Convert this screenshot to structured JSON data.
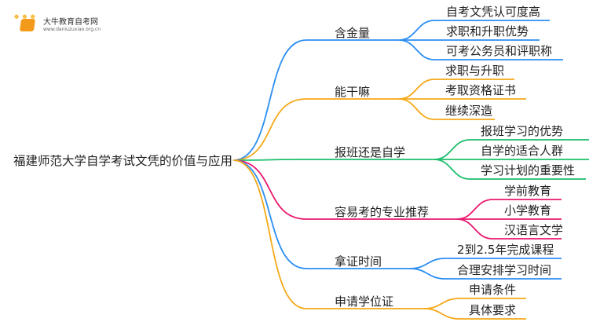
{
  "logo": {
    "name": "大牛教育自考网",
    "url": "www.daniuzuxiao.org.cn"
  },
  "root": "福建师范大学自学考试文凭的价值与应用",
  "colors": {
    "blue": "#2b8ef2",
    "orange": "#f5a818",
    "green": "#1dbf6c",
    "pink": "#e9196e"
  },
  "branches": [
    {
      "label": "含金量",
      "color": "blue",
      "children": [
        "自考文凭认可度高",
        "求职和升职优势",
        "可考公务员和评职称"
      ]
    },
    {
      "label": "能干嘛",
      "color": "orange",
      "children": [
        "求职与升职",
        "考取资格证书",
        "继续深造"
      ]
    },
    {
      "label": "报班还是自学",
      "color": "green",
      "children": [
        "报班学习的优势",
        "自学的适合人群",
        "学习计划的重要性"
      ]
    },
    {
      "label": "容易考的专业推荐",
      "color": "pink",
      "children": [
        "学前教育",
        "小学教育",
        "汉语言文学"
      ]
    },
    {
      "label": "拿证时间",
      "color": "blue",
      "children": [
        "2到2.5年完成课程",
        "合理安排学习时间"
      ]
    },
    {
      "label": "申请学位证",
      "color": "orange",
      "children": [
        "申请条件",
        "具体要求"
      ]
    }
  ]
}
